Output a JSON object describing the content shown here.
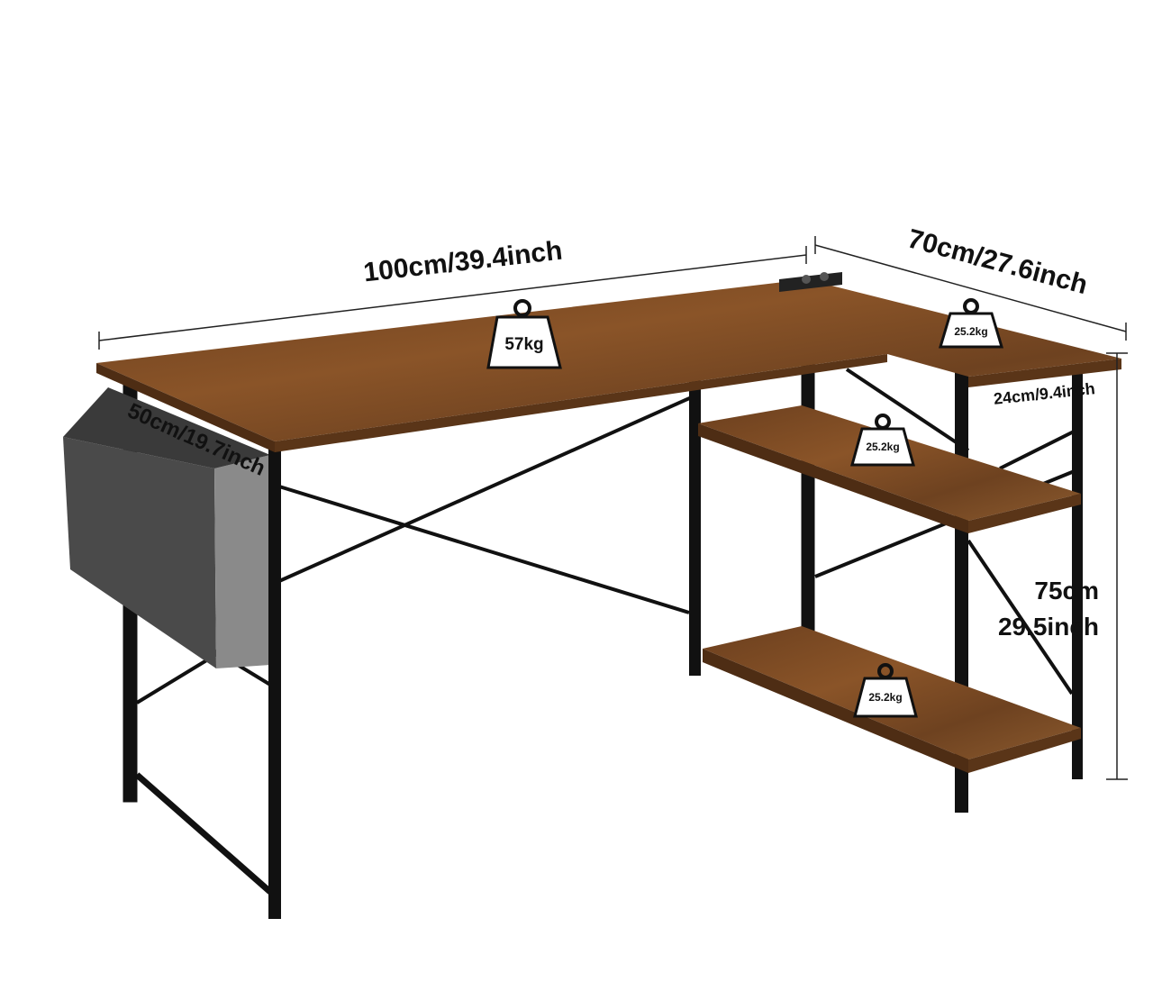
{
  "dimensions": {
    "width": "100cm/39.4inch",
    "return_length": "70cm/27.6inch",
    "depth": "50cm/19.7inch",
    "return_depth": "24cm/9.4inch",
    "height_cm": "75cm",
    "height_in": "29.5inch"
  },
  "load_capacity": {
    "desktop": "57kg",
    "return_top": "25.2kg",
    "middle_shelf": "25.2kg",
    "bottom_shelf": "25.2kg"
  },
  "colors": {
    "wood": "#7a4a24",
    "wood_dark": "#4e2d14",
    "frame": "#111111",
    "bag": "#4a4a4a",
    "bag_side": "#8a8a8a"
  },
  "icons": [
    "weight-icon",
    "cup-holder-icon",
    "storage-bag-icon"
  ]
}
